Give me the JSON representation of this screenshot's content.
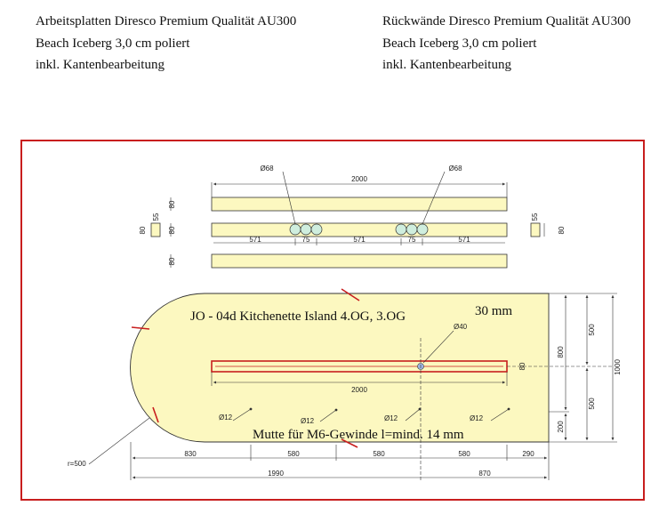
{
  "header": {
    "left": {
      "line1": "Arbeitsplatten Diresco Premium Qualität AU300",
      "line2": "Beach Iceberg 3,0 cm poliert",
      "line3": "inkl. Kantenbearbeitung"
    },
    "right": {
      "line1": "Rückwände Diresco Premium Qualität AU300",
      "line2": "Beach Iceberg 3,0 cm poliert",
      "line3": "inkl. Kantenbearbeitung"
    }
  },
  "drawing": {
    "main_label": "JO - 04d Kitchenette Island 4.OG, 3.OG",
    "thickness": "30 mm",
    "nut_note": "Mutte für M6-Gewinde l=mind. 14 mm",
    "hole_d68": "Ø68",
    "hole_d40": "Ø40",
    "hole_d12": "Ø12",
    "radius": "r=500",
    "strip_length": "2000",
    "strip_small": "80",
    "strip_side": "55",
    "strip_seg": "571",
    "strip_gap": "75",
    "groove_length": "2000",
    "bottom_dims": [
      "830",
      "580",
      "580",
      "580",
      "290"
    ],
    "total_dims": [
      "1990",
      "870"
    ],
    "right_dims": [
      "500",
      "500",
      "800",
      "200",
      "1000"
    ],
    "colors": {
      "stone": "#fcf8c0",
      "frame": "#c81e1e",
      "hole": "#cfeede",
      "outline": "#333333"
    }
  }
}
